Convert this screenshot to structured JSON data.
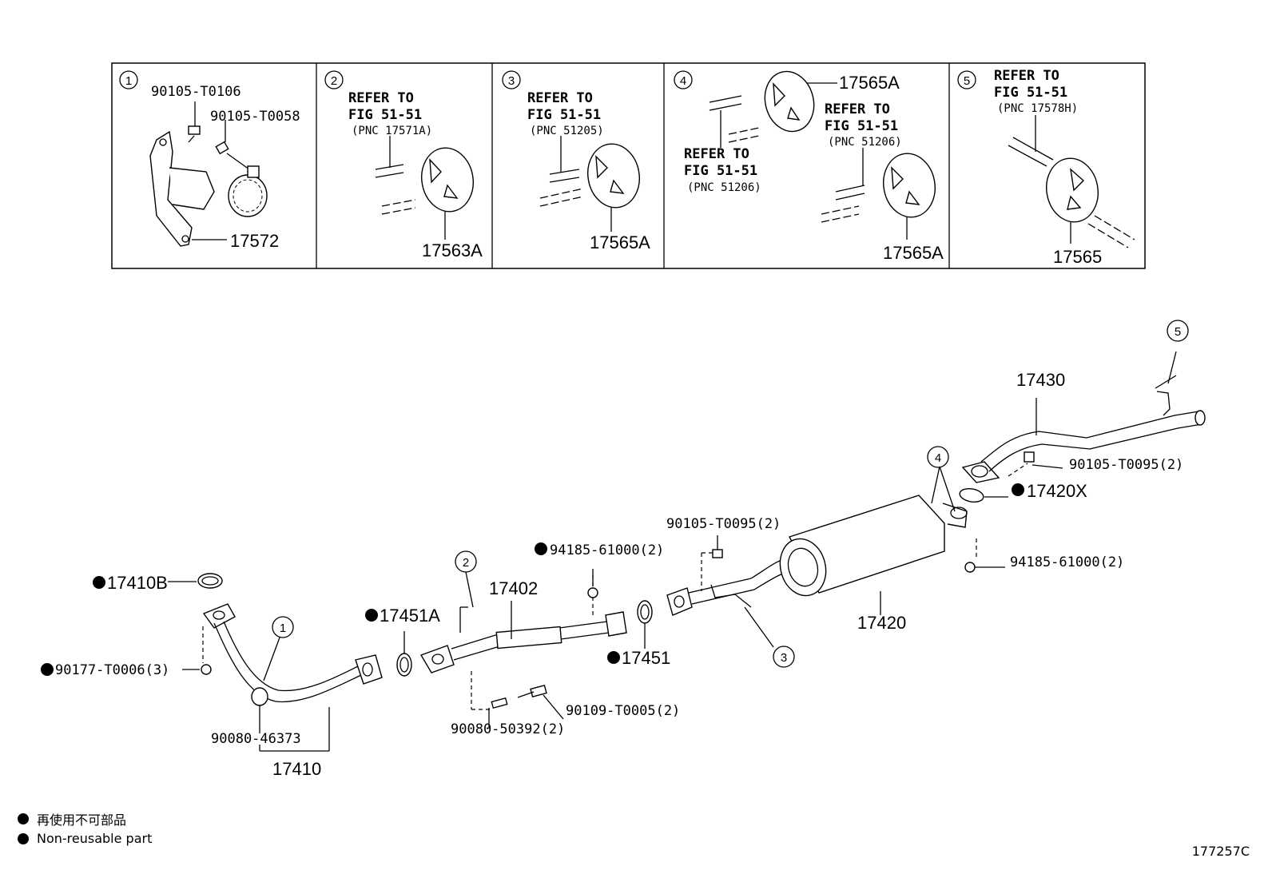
{
  "detail_boxes": [
    {
      "index": "1",
      "parts": [
        "90105-T0106",
        "90105-T0058",
        "17572"
      ]
    },
    {
      "index": "2",
      "refer": [
        "REFER TO",
        "FIG 51-51"
      ],
      "pnc": "(PNC 17571A)",
      "part": "17563A"
    },
    {
      "index": "3",
      "refer": [
        "REFER TO",
        "FIG 51-51"
      ],
      "pnc": "(PNC 51205)",
      "part": "17565A"
    },
    {
      "index": "4",
      "part_top": "17565A",
      "refer_a": [
        "REFER TO",
        "FIG 51-51"
      ],
      "pnc_a": "(PNC 51206)",
      "refer_b": [
        "REFER TO",
        "FIG 51-51"
      ],
      "pnc_b": "(PNC 51206)",
      "part": "17565A"
    },
    {
      "index": "5",
      "refer": [
        "REFER TO",
        "FIG 51-51"
      ],
      "pnc": "(PNC 17578H)",
      "part": "17565"
    }
  ],
  "main": {
    "callouts": [
      "1",
      "2",
      "3",
      "4",
      "5"
    ],
    "labels": {
      "p17410B": "17410B",
      "p90177": "90177-T0006(3)",
      "p90080_46373": "90080-46373",
      "p17410": "17410",
      "p17451A": "17451A",
      "p17402": "17402",
      "p94185_a": "94185-61000(2)",
      "p17451": "17451",
      "p90109": "90109-T0005(2)",
      "p90080_50392": "90080-50392(2)",
      "p90105_a": "90105-T0095(2)",
      "p17420": "17420",
      "p94185_b": "94185-61000(2)",
      "p17420X": "17420X",
      "p90105_b": "90105-T0095(2)",
      "p17430": "17430"
    }
  },
  "legend": {
    "line1": "再使用不可部品",
    "line2": "Non-reusable part"
  },
  "figure_code": "177257C"
}
